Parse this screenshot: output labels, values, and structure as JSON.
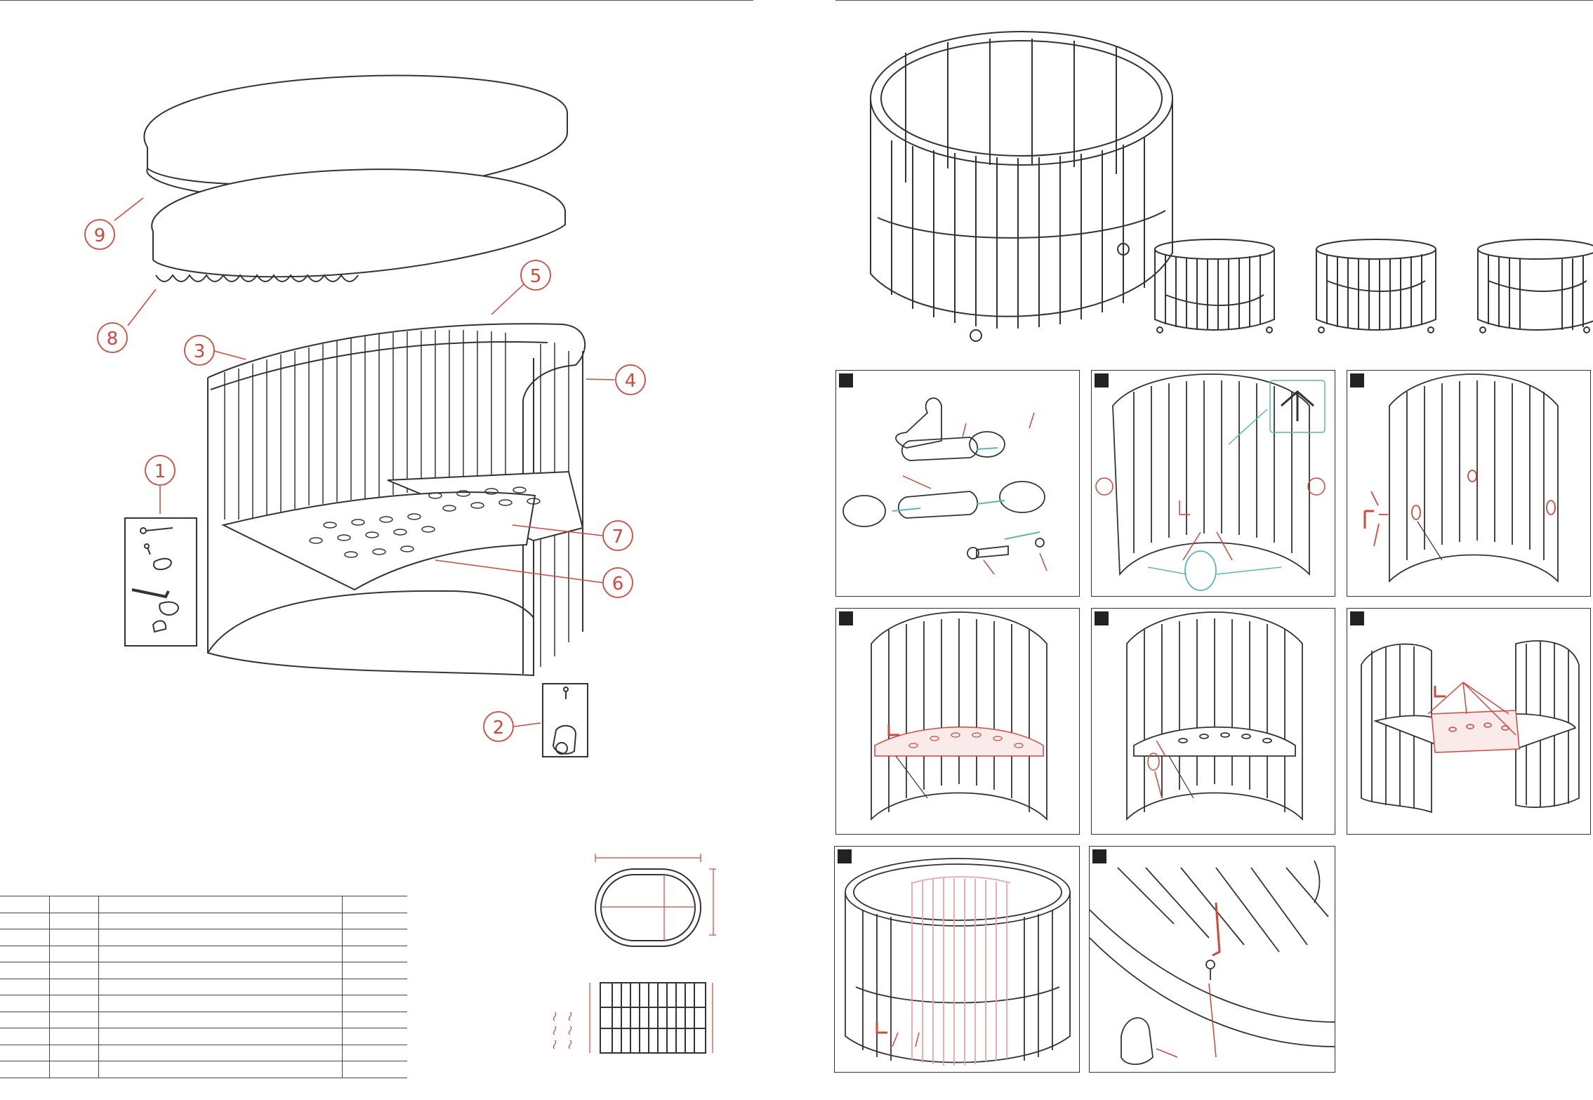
{
  "callouts": [
    {
      "id": "mattress-top",
      "number": "9"
    },
    {
      "id": "mattress-base",
      "number": "8"
    },
    {
      "id": "rail-top",
      "number": "5"
    },
    {
      "id": "side-left",
      "number": "3"
    },
    {
      "id": "side-right-end",
      "number": "4"
    },
    {
      "id": "hardware-kit",
      "number": "1"
    },
    {
      "id": "base-plate-top",
      "number": "7"
    },
    {
      "id": "base-plate-bottom",
      "number": "6"
    },
    {
      "id": "caster-kit",
      "number": "2"
    }
  ],
  "parts_table": {
    "rows": [
      [
        "",
        "",
        "",
        ""
      ],
      [
        "",
        "",
        "",
        ""
      ],
      [
        "",
        "",
        "",
        ""
      ],
      [
        "",
        "",
        "",
        ""
      ],
      [
        "",
        "",
        "",
        ""
      ],
      [
        "",
        "",
        "",
        ""
      ],
      [
        "",
        "",
        "",
        ""
      ],
      [
        "",
        "",
        "",
        ""
      ],
      [
        "",
        "",
        "",
        ""
      ],
      [
        "",
        "",
        "",
        ""
      ],
      [
        "",
        "",
        "",
        ""
      ]
    ]
  },
  "step_panels": [
    {
      "id": "step-a"
    },
    {
      "id": "step-b"
    },
    {
      "id": "step-c"
    },
    {
      "id": "step-d"
    },
    {
      "id": "step-e"
    },
    {
      "id": "step-f"
    },
    {
      "id": "step-g"
    },
    {
      "id": "step-h"
    }
  ],
  "colors": {
    "line": "#333333",
    "callout_red": "#d2473a",
    "accent_teal": "#5ab8b0",
    "overlay_pink": "#e8a8a8"
  },
  "icons": [
    "hex-key-icon",
    "bolt-icon",
    "caster-wheel-icon",
    "screw-icon",
    "arrow-up-icon"
  ]
}
